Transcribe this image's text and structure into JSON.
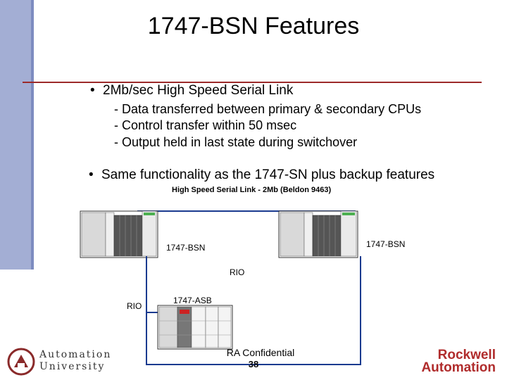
{
  "slide": {
    "title": "1747-BSN Features",
    "bullet1": "2Mb/sec High Speed Serial Link",
    "sub_items": [
      "- Data transferred between primary & secondary CPUs",
      "- Control transfer within 50 msec",
      "- Output held in last state during switchover"
    ],
    "bullet2": "Same functionality as the 1747-SN plus backup features"
  },
  "diagram": {
    "link_caption": "High Speed Serial Link - 2Mb (Beldon 9463)",
    "left_module_label": "1747-BSN",
    "right_module_label": "1747-BSN",
    "rio_center_label": "RIO",
    "rio_left_label": "RIO",
    "asb_label": "1747-ASB"
  },
  "footer": {
    "confidential": "RA Confidential",
    "page_number": "38",
    "au_line1": "Automation",
    "au_line2": "University",
    "rockwell_line1": "Rockwell",
    "rockwell_line2": "Automation"
  },
  "colors": {
    "left_bar": "#a3aed4",
    "rule": "#9c2a2a",
    "link_line": "#1a3a8f",
    "rockwell_red": "#b02c2c"
  }
}
